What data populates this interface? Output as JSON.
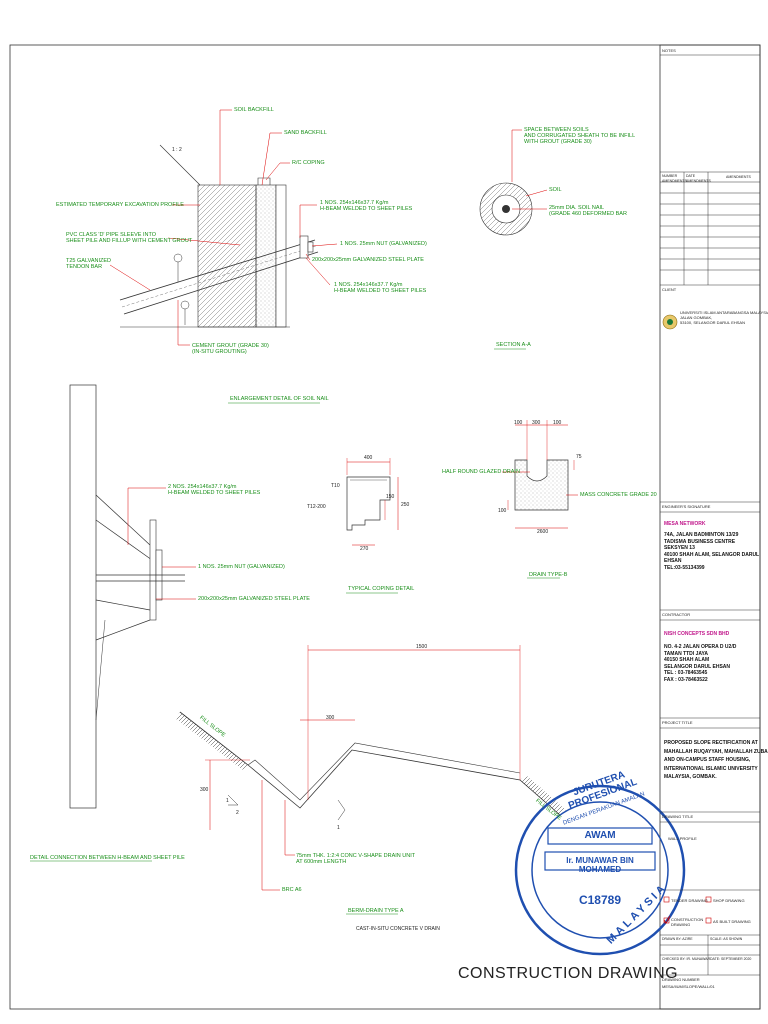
{
  "drawing": {
    "scale_note": "1 : 2",
    "labels": {
      "soil_backfill": "SOIL BACKFILL",
      "sand_backfill": "SAND BACKFILL",
      "rc_coping": "R/C COPING",
      "excavation": "ESTIMATED TEMPORARY EXCAVATION PROFILE",
      "ibeam_1": "1 NOS. 254x146x37.7 Kg/m\nH-BEAM WELDED TO SHEET PILES",
      "pvc_sleeve": "PVC CLASS 'D' PIPE SLEEVE INTO\nSHEET PILE AND FILLUP WITH CEMENT GROUT",
      "nut_1": "1 NOS. 25mm NUT (GALVANIZED)",
      "plate_1": "200x200x25mm GALVANIZED STEEL PLATE",
      "tendon": "T25 GALVANIZED\nTENDON BAR",
      "ibeam_2": "1 NOS. 254x146x37.7 Kg/m\nH-BEAM WELDED TO SHEET PILES",
      "grout": "CEMENT GROUT (GRADE 30)\n(IN-SITU GROUTING)",
      "space_between": "SPACE BETWEEN SOILS\nAND CORRUGATED SHEATH TO BE INFILL\nWITH GROUT (GRADE 30)",
      "soil": "SOIL",
      "soil_nail": "25mm DIA. SOIL NAIL\n(GRADE 460 DEFORMED BAR",
      "section_aa": "SECTION A-A",
      "enlargement": "ENLARGEMENT DETAIL OF SOIL NAIL",
      "ibeam_3": "2 NOS. 254x146x37.7 Kg/m\nH-BEAM WELDED TO SHEET PILES",
      "nut_2": "1 NOS. 25mm NUT (GALVANIZED)",
      "plate_2": "200x200x25mm GALVANIZED STEEL PLATE",
      "detail_connection": "DETAIL CONNECTION BETWEEN H-BEAM AND SHEET PILE",
      "typical_coping": "TYPICAL COPING DETAIL",
      "half_round": "HALF ROUND GLAZED DRAIN",
      "mass_concrete": "MASS CONCRETE GRADE 20",
      "drain_type": "DRAIN TYPE-B",
      "fill_slope_1": "FILL SLOPE",
      "fill_slope_2": "FILL SLOPE",
      "v_drain_unit": "75mm THK. 1:2:4 CONC V-SHAPE DRAIN UNIT\nAT 600mm LENGTH",
      "brc": "BRC A6",
      "berm_title": "BERM-DRAIN TYPE A",
      "berm_sub": "CAST-IN-SITU CONCRETE V DRAIN"
    },
    "dims": {
      "coping_top": "400",
      "coping_side": "250",
      "coping_left_a": "T10",
      "coping_left_b": "T12-200",
      "coping_bottom": "270",
      "coping_mid": "150",
      "drain_100a": "100",
      "drain_300": "300",
      "drain_100b": "100",
      "drain_75": "75",
      "drain_100c": "100",
      "drain_bottom": "2600",
      "berm_1500": "1500",
      "berm_300a": "300",
      "berm_300b": "300",
      "ratio_2": "2",
      "ratio_1a": "1",
      "ratio_1b": "1"
    },
    "big_title": "CONSTRUCTION DRAWING"
  },
  "stamp": {
    "ring_text": "JURUTERA PROFESIONAL",
    "ring_sub": "DENGAN PERAKUAN AMALAN",
    "discipline": "AWAM",
    "name": "Ir. MUNAWAR BIN MOHAMED",
    "number": "C18789",
    "bottom": "MALAYSIA"
  },
  "titleblock": {
    "notes": "NOTES",
    "rev_headers": [
      "NUMBER\nAMENDMENTS",
      "DATE\nAMENDMENTS",
      "AMENDMENTS"
    ],
    "client_label": "CLIENT",
    "client_text": "UNIVERSITI ISLAM ANTARABANGSA MALAYSIA\nJALAN GOMBAK,\n53100, SELANGOR DARUL EHSAN",
    "engineer_label": "ENGINEER'S SIGNATURE",
    "engineer_firm": "MESA NETWORK",
    "engineer_addr": "74A, JALAN BADMINTON 13/29\nTADISMA BUSINESS CENTRE\nSEKSYEN 13\n40100 SHAH ALAM, SELANGOR DARUL\nEHSAN\nTEL:03-55134399",
    "contractor_label": "CONTRACTOR",
    "contractor_firm": "NISH CONCEPTS SDN BHD",
    "contractor_addr": "NO. 4-2 JALAN OPERA D U2/D\nTAMAN TTDI JAYA\n40150 SHAH ALAM\nSELANGOR DARUL EHSAN\nTEL : 03-78463545\nFAX : 03-78463522",
    "project_label": "PROJECT TITLE",
    "project_title": "PROPOSED SLOPE RECTIFICATION AT\nMAHALLAH RUQAYYAH, MAHALLAH ZUBAIR\nAND ON-CAMPUS STAFF HOUSING,\nINTERNATIONAL ISLAMIC UNIVERSITY\nMALAYSIA, GOMBAK.",
    "drawing_title_label": "DRAWING TITLE",
    "drawing_title": "WALL PROFILE",
    "checks": [
      "TENDER DRAWING",
      "SHOP DRAWING",
      "CONSTRUCTION\nDRAWING",
      "AS BUILT DRAWING"
    ],
    "drawn_by": "DRAWN BY: AZIRE",
    "scale": "SCALE: AS SHOWN",
    "checked_by": "CHECKED BY: IR. MUNAWAR",
    "date": "DATE: SEPTEMBER 2020",
    "drawing_number_label": "DRAWING NUMBER",
    "drawing_number": "MESA/IIUM/SLOPE/WALL/01"
  }
}
